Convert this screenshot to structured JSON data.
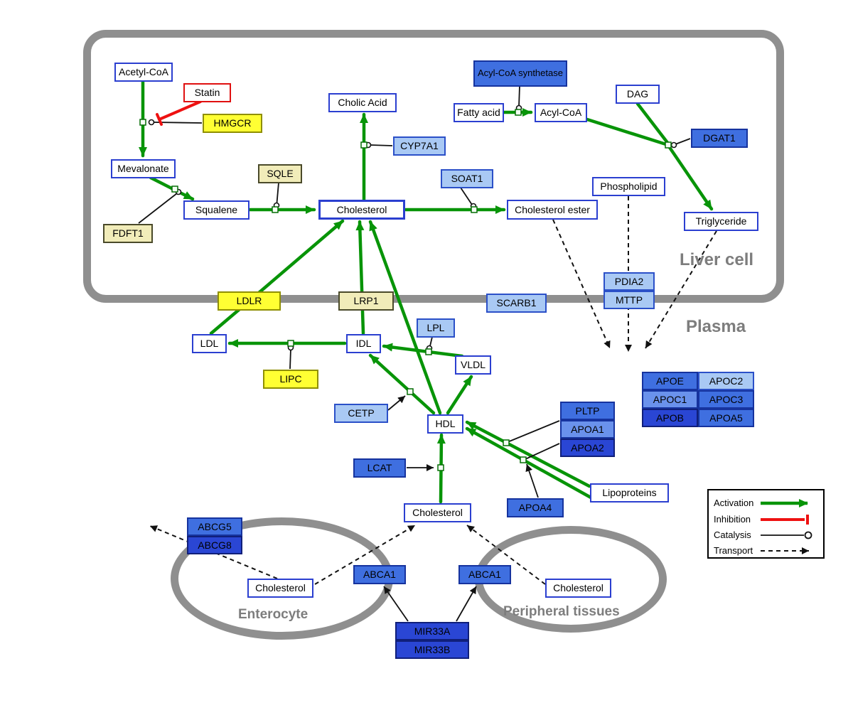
{
  "regions": {
    "liver_cell": "Liver cell",
    "plasma": "Plasma",
    "enterocyte": "Enterocyte",
    "peripheral_tissues": "Peripheral tissues"
  },
  "metabolites": {
    "acetyl_coa": "Acetyl-CoA",
    "mevalonate": "Mevalonate",
    "squalene": "Squalene",
    "cholesterol_liver": "Cholesterol",
    "cholic_acid": "Cholic Acid",
    "cholesterol_ester": "Cholesterol ester",
    "fatty_acid": "Fatty acid",
    "acyl_coa": "Acyl-CoA",
    "dag": "DAG",
    "phospholipid": "Phospholipid",
    "triglyceride": "Triglyceride",
    "ldl": "LDL",
    "idl": "IDL",
    "vldl": "VLDL",
    "hdl": "HDL",
    "lipoproteins": "Lipoproteins",
    "cholesterol_plasma": "Cholesterol",
    "cholesterol_enterocyte": "Cholesterol",
    "cholesterol_peripheral": "Cholesterol"
  },
  "drugs": {
    "statin": "Statin"
  },
  "genes": {
    "hmgcr": "HMGCR",
    "sqle": "SQLE",
    "fdft1": "FDFT1",
    "cyp7a1": "CYP7A1",
    "soat1": "SOAT1",
    "acyl_coa_synthetase": "Acyl-CoA synthetase",
    "dgat1": "DGAT1",
    "ldlr": "LDLR",
    "lrp1": "LRP1",
    "scarb1": "SCARB1",
    "pdia2": "PDIA2",
    "mttp": "MTTP",
    "lpl": "LPL",
    "lipc": "LIPC",
    "cetp": "CETP",
    "lcat": "LCAT",
    "pltp": "PLTP",
    "apoa1": "APOA1",
    "apoa2": "APOA2",
    "apoa4": "APOA4",
    "apoe": "APOE",
    "apoc2": "APOC2",
    "apoc1": "APOC1",
    "apoc3": "APOC3",
    "apob": "APOB",
    "apoa5": "APOA5",
    "abcg5": "ABCG5",
    "abcg8": "ABCG8",
    "abca1_enterocyte": "ABCA1",
    "abca1_peripheral": "ABCA1",
    "mir33a": "MIR33A",
    "mir33b": "MIR33B"
  },
  "legend": {
    "activation": "Activation",
    "inhibition": "Inhibition",
    "catalysis": "Catalysis",
    "transport": "Transport"
  },
  "colors": {
    "activation_green": "#089408",
    "inhibition_red": "#ee1111",
    "membrane_gray": "#8f8f8f",
    "metabolite_border_blue": "#2b3fd0",
    "gene_yellow": "#ffff33",
    "gene_pale_yellow": "#f1ecb9",
    "gene_light_blue": "#a9c9f4",
    "gene_blue": "#3f6fe0",
    "gene_dark_blue": "#2a46d4"
  }
}
